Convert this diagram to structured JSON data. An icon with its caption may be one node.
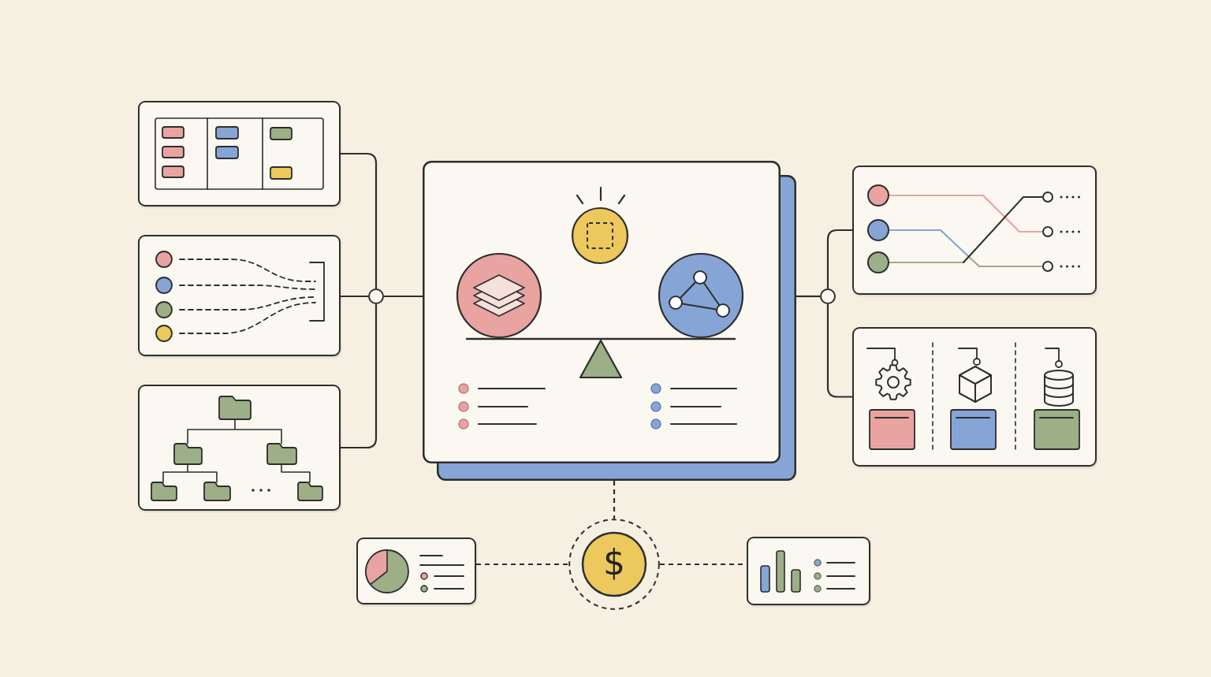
{
  "diagram": {
    "nodes": [
      {
        "text": [],
        "shape": "picture"
      },
      {
        "text": [],
        "shape": "picture"
      },
      {
        "text": [],
        "shape": "picture"
      },
      {
        "text": [],
        "shape": "circle"
      },
      {
        "text": [],
        "shape": "picture"
      },
      {
        "text": [],
        "shape": "circle"
      },
      {
        "text": [],
        "shape": "picture"
      },
      {
        "text": [],
        "shape": "picture"
      },
      {
        "text": [],
        "shape": "picture"
      },
      {
        "text": [
          "$"
        ]
      },
      {
        "text": [],
        "shape": "picture"
      }
    ],
    "edges": [
      {
        "from": 0,
        "to": 3,
        "arrow": "none"
      },
      {
        "from": 1,
        "to": 3,
        "arrow": "none"
      },
      {
        "from": 2,
        "to": 3,
        "arrow": "none"
      },
      {
        "from": 3,
        "to": 4,
        "arrow": "none"
      },
      {
        "from": 4,
        "to": 5,
        "arrow": "none"
      },
      {
        "from": 5,
        "to": 6,
        "arrow": "none"
      },
      {
        "from": 5,
        "to": 7,
        "arrow": "none"
      },
      {
        "from": 4,
        "to": 9,
        "arrow": "none",
        "style": "dashed"
      },
      {
        "from": 8,
        "to": 9,
        "arrow": "none",
        "style": "dashed"
      },
      {
        "from": 9,
        "to": 10,
        "arrow": "none",
        "style": "dashed"
      }
    ]
  }
}
